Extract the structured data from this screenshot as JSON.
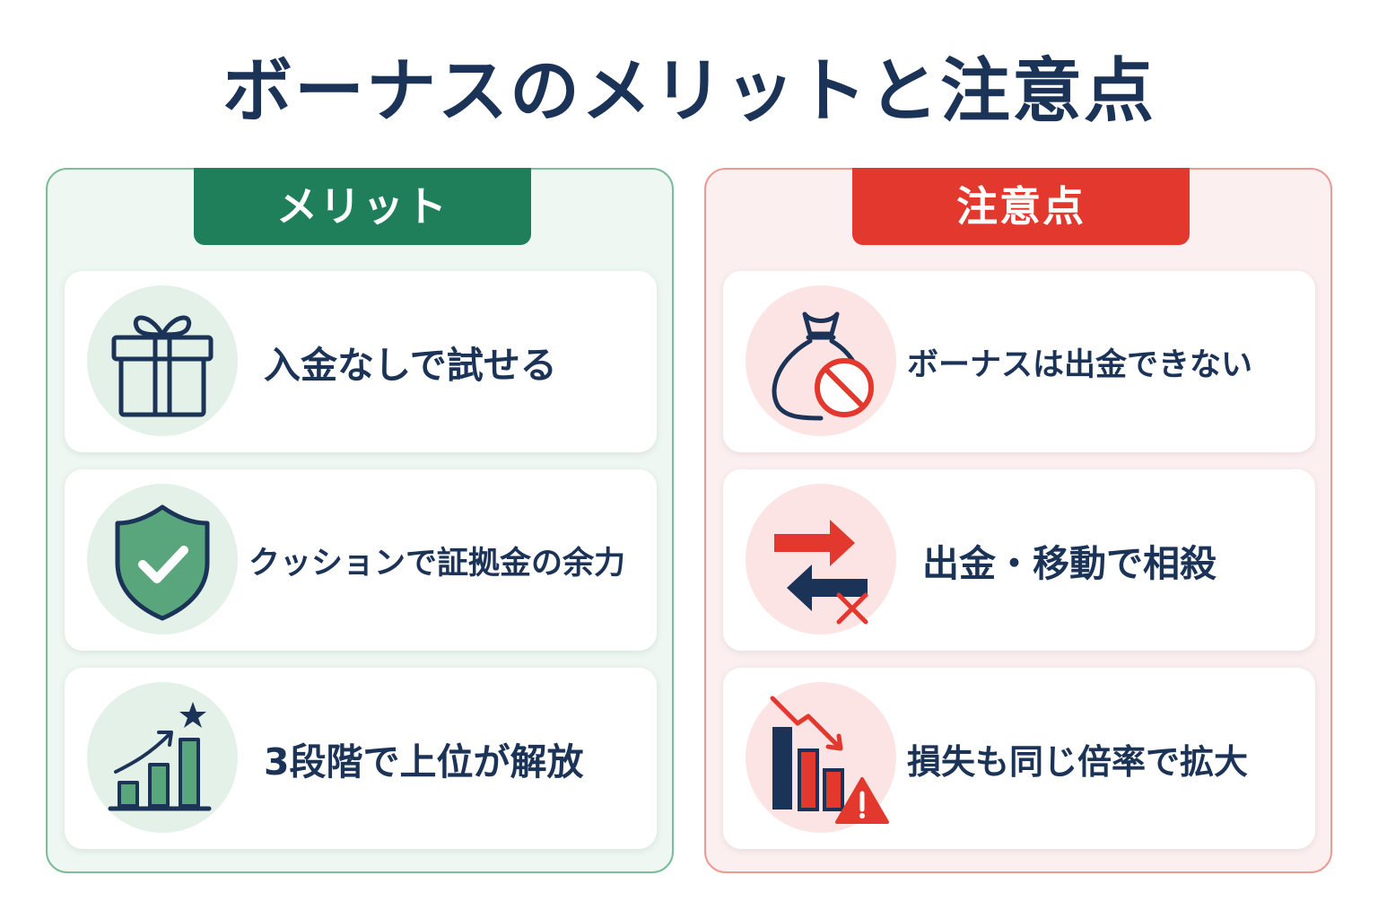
{
  "title": "ボーナスのメリットと注意点",
  "colors": {
    "navy": "#1c3358",
    "merit_green": "#1f7f5b",
    "merit_light": "#eef7f1",
    "caution_red": "#e2382e",
    "caution_light": "#fcefef"
  },
  "merit": {
    "heading": "メリット",
    "items": [
      {
        "label": "入金なしで試せる",
        "icon": "gift-icon"
      },
      {
        "label": "クッションで証拠金の余力",
        "icon": "shield-check-icon"
      },
      {
        "label": "3段階で上位が解放",
        "icon": "growth-chart-star-icon"
      }
    ]
  },
  "caution": {
    "heading": "注意点",
    "items": [
      {
        "label": "ボーナスは出金できない",
        "icon": "money-bag-prohibited-icon"
      },
      {
        "label": "出金・移動で相殺",
        "icon": "transfer-arrows-cancel-icon"
      },
      {
        "label": "損失も同じ倍率で拡大",
        "icon": "falling-chart-warning-icon"
      }
    ]
  }
}
